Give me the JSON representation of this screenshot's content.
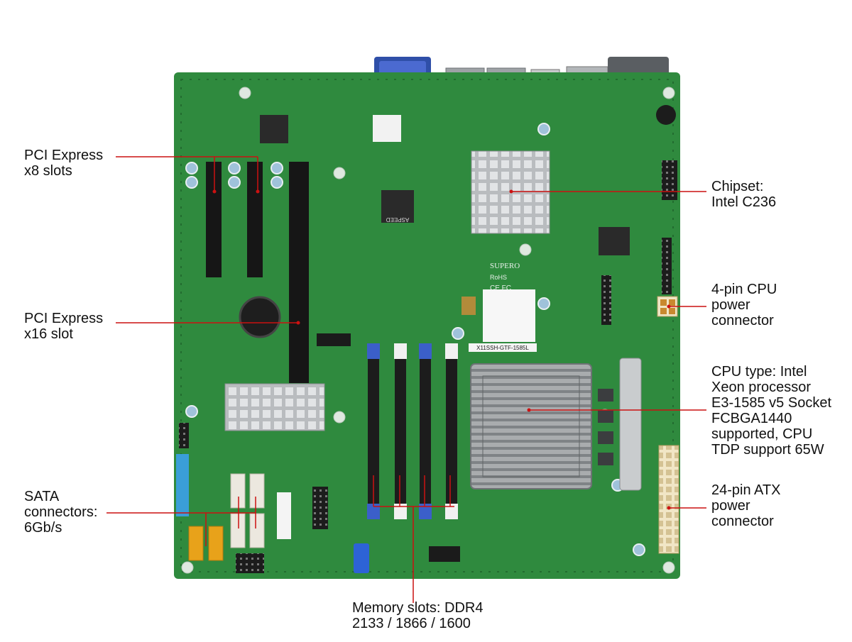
{
  "diagram": {
    "board_silkscreen": {
      "model": "X11SSH-GTF-1585L",
      "brand": "SUPERO",
      "rohs": "RoHS",
      "marks": "CE FC",
      "bmc": "ASPEED"
    },
    "colors": {
      "pcb": "#2f8a3e",
      "pcb_dark": "#226c2f",
      "callout_line": "#cc1111",
      "label_text": "#111111",
      "dimm_blue": "#3b5fc9",
      "sata_white": "#ece8df",
      "sata_yellow": "#e8a21a",
      "power_connector": "#f1e6c6"
    },
    "callouts": [
      {
        "id": "pcie-x8",
        "lines": [
          "PCI Express",
          "x8 slots"
        ]
      },
      {
        "id": "pcie-x16",
        "lines": [
          "PCI Express",
          "x16 slot"
        ]
      },
      {
        "id": "sata",
        "lines": [
          "SATA",
          "connectors:",
          "6Gb/s"
        ]
      },
      {
        "id": "memory",
        "lines": [
          "Memory slots: DDR4",
          "2133 / 1866 / 1600"
        ]
      },
      {
        "id": "chipset",
        "lines": [
          "Chipset:",
          "Intel C236"
        ]
      },
      {
        "id": "cpu-power",
        "lines": [
          "4-pin CPU",
          "power",
          "connector"
        ]
      },
      {
        "id": "cpu-type",
        "lines": [
          "CPU type: Intel",
          "Xeon processor",
          "E3-1585 v5 Socket",
          "FCBGA1440",
          "supported, CPU",
          "TDP support 65W"
        ]
      },
      {
        "id": "atx-power",
        "lines": [
          "24-pin ATX",
          "power",
          "connector"
        ]
      }
    ]
  }
}
